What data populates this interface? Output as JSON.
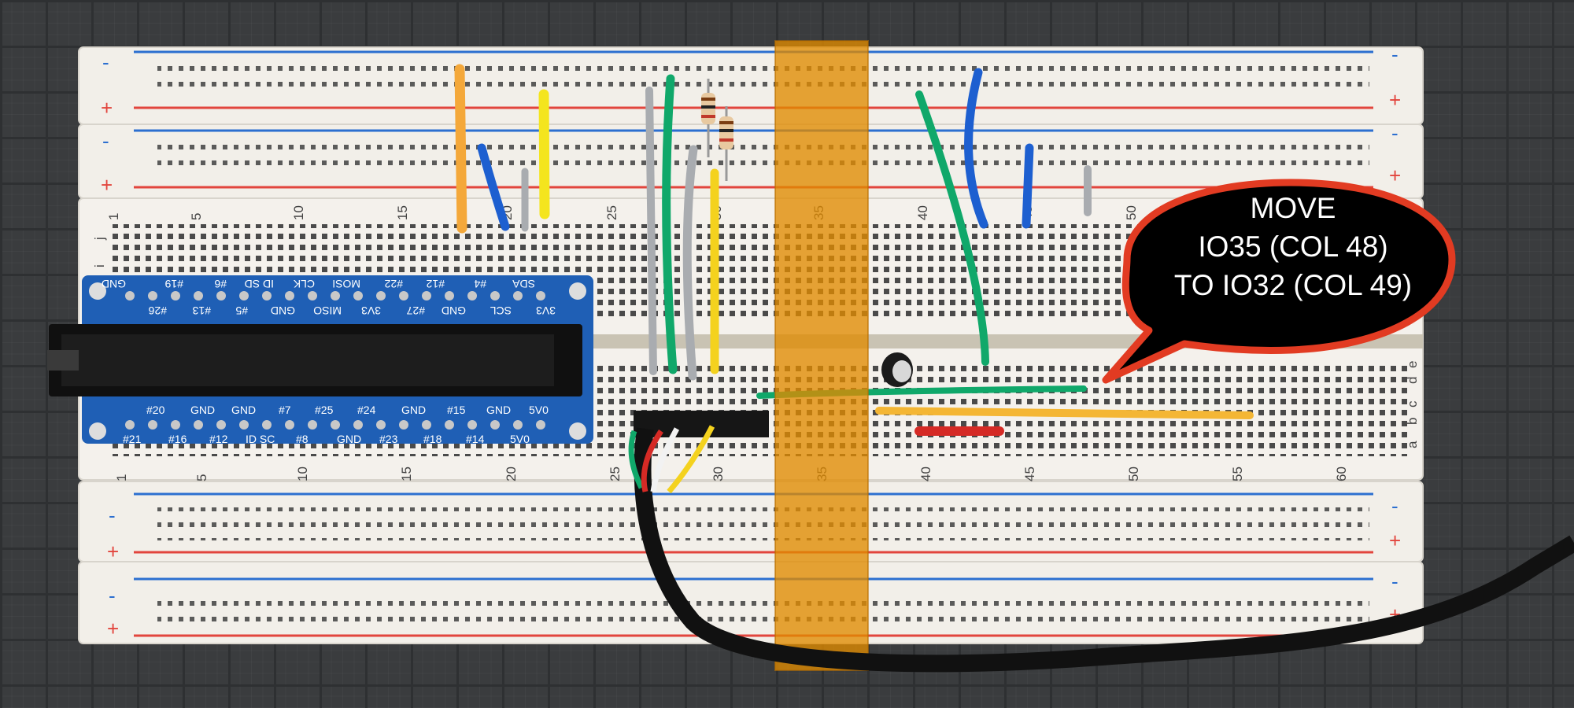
{
  "rails": {
    "minus": "-",
    "plus": "+"
  },
  "breadboard": {
    "top_column_numbers": [
      "1",
      "5",
      "10",
      "15",
      "20",
      "25",
      "30",
      "35",
      "40",
      "45",
      "50"
    ],
    "bottom_column_numbers": [
      "1",
      "5",
      "10",
      "15",
      "20",
      "25",
      "30",
      "35",
      "40",
      "45",
      "50",
      "55",
      "60"
    ],
    "row_letters_top": [
      "j",
      "i"
    ],
    "row_letters_bottom": [
      "e",
      "d",
      "c",
      "b",
      "a"
    ]
  },
  "gpio_board": {
    "top_labels": [
      "GND",
      "#19",
      "#6",
      "ID SD",
      "CLK",
      "MOSI",
      "#22",
      "#12",
      "#4",
      "SDA"
    ],
    "second_labels": [
      "#26",
      "#13",
      "#5",
      "GND",
      "MISO",
      "3V3",
      "#27",
      "GND",
      "SCL",
      "3V3"
    ],
    "third_labels": [
      "#20",
      "GND",
      "GND",
      "#7",
      "#25",
      "#24",
      "GND",
      "#15",
      "GND",
      "5V0"
    ],
    "bottom_labels": [
      "#21",
      "#16",
      "#12",
      "ID SC",
      "#8",
      "GND",
      "#23",
      "#18",
      "#14",
      "5V0"
    ]
  },
  "callout": {
    "lines": [
      "MOVE",
      "IO35 (COL 48)",
      "TO IO32 (COL 49)"
    ],
    "fill_color": "#000000",
    "border_color": "#e23b22"
  },
  "colors": {
    "tape": "#e08a00",
    "wire_green": "#10a86a",
    "wire_blue": "#1d5fd0",
    "wire_yellow": "#f4d21e",
    "wire_orange": "#f4a83a",
    "wire_gray": "#a9acb0",
    "wire_red": "#d52a25",
    "rail_red": "#e2453d",
    "rail_blue": "#2c6fd0",
    "gpio_blue": "#1f5fb5"
  }
}
